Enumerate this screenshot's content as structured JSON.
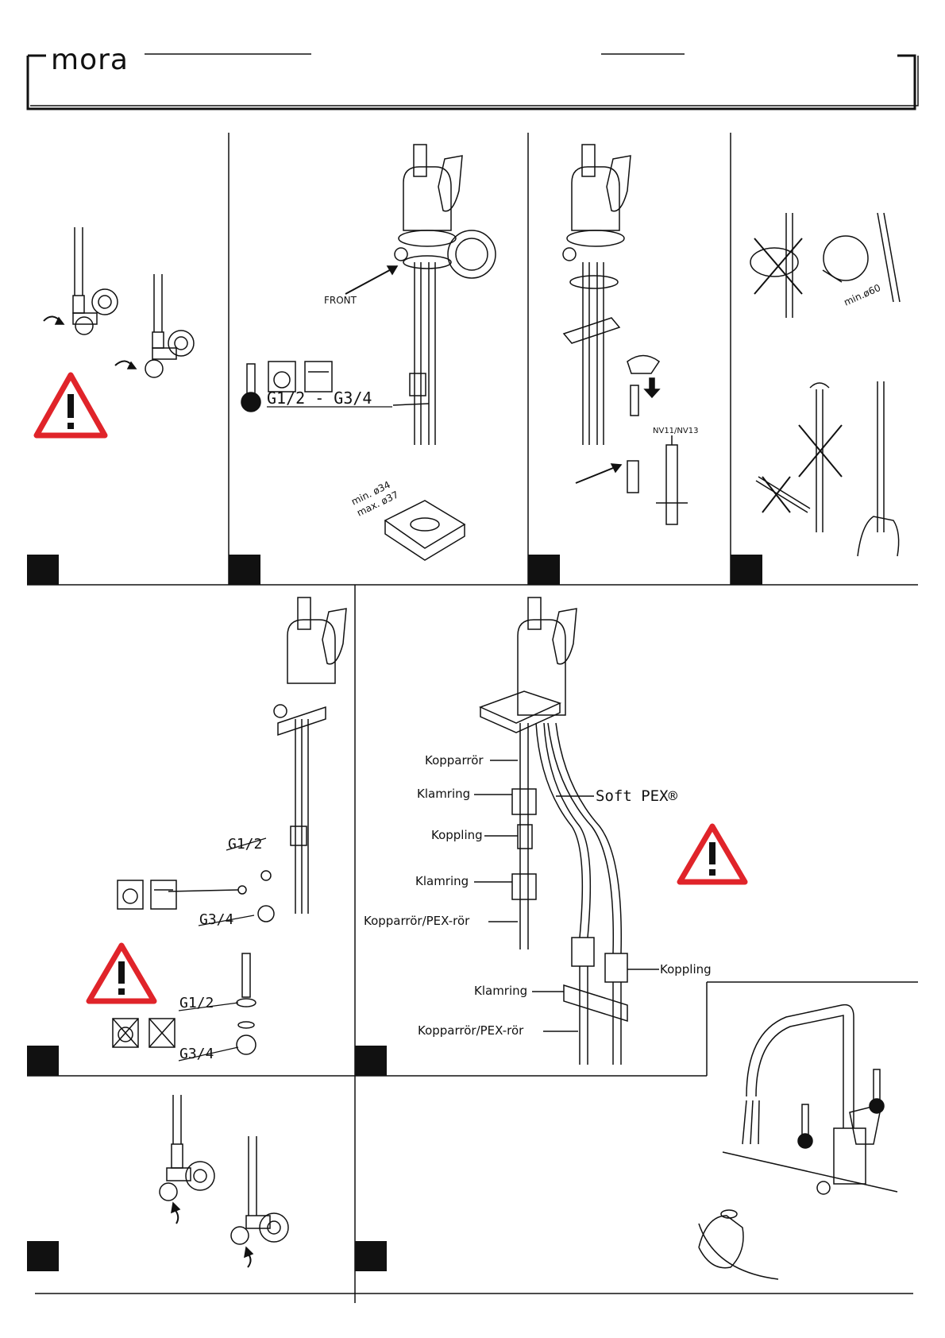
{
  "header": {
    "logo_text": "mora"
  },
  "panel2": {
    "front_label": "FRONT",
    "thread_label": "G1/2 - G3/4",
    "hole_label_min": "min. ø34",
    "hole_label_max": "max. ø37"
  },
  "panel3": {
    "tool_label": "NV11/NV13"
  },
  "panel4": {
    "bend_label": "min.ø60"
  },
  "panel5": {
    "label_g12_top": "G1/2",
    "label_g34_top": "G3/4",
    "label_g12_bottom": "G1/2",
    "label_g34_bottom": "G3/4"
  },
  "panel6": {
    "labels": {
      "kopparror": "Kopparrör",
      "klamring1": "Klamring",
      "soft_pex": "Soft PEX®",
      "koppling1": "Koppling",
      "klamring2": "Klamring",
      "kopparror_pex1": "Kopparrör/PEX-rör",
      "koppling2": "Koppling",
      "klamring3": "Klamring",
      "kopparror_pex2": "Kopparrör/PEX-rör"
    }
  },
  "colors": {
    "warning_red": "#e0242a",
    "line": "#111111"
  }
}
